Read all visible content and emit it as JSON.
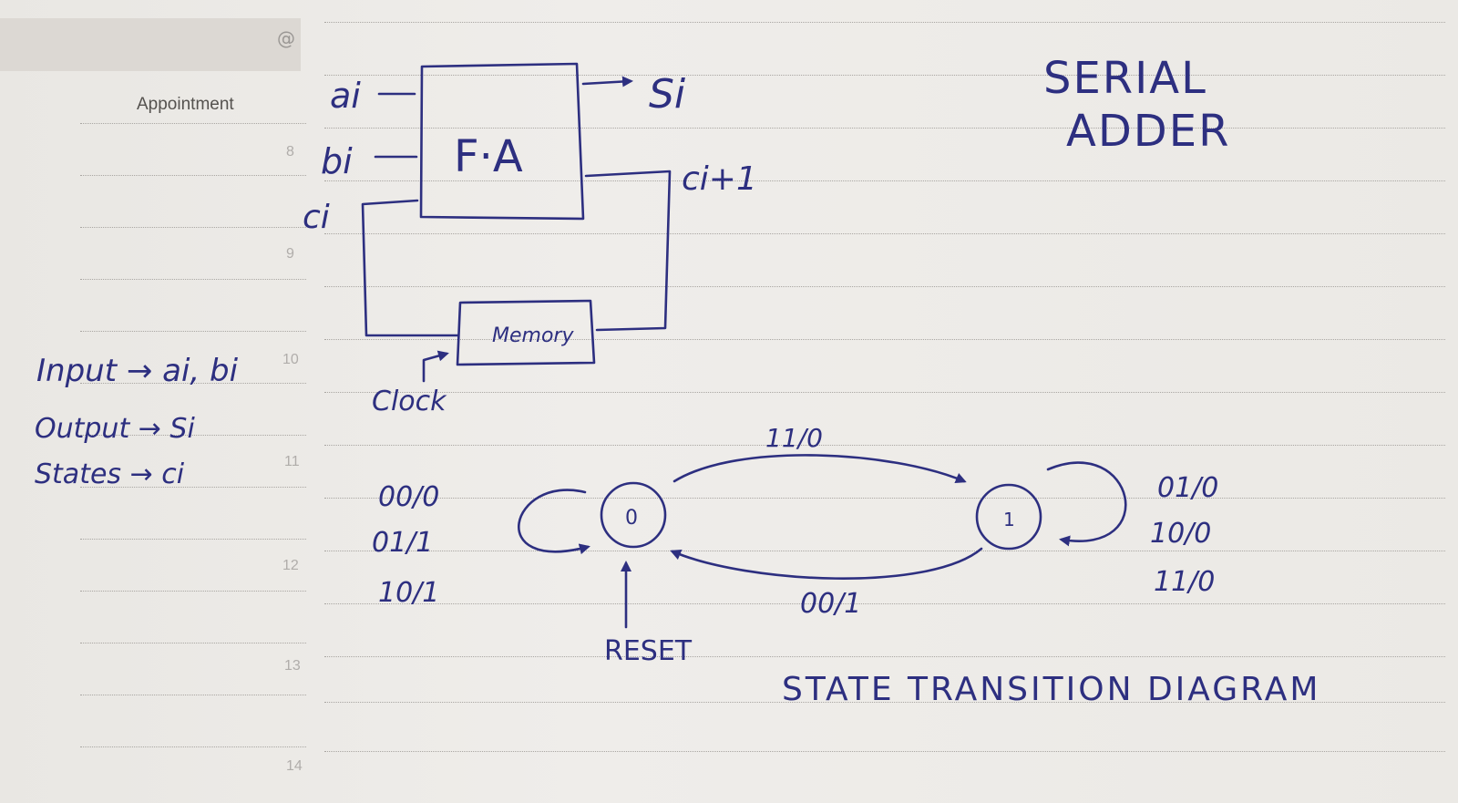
{
  "planner": {
    "at_icon": "@",
    "appointment_label": "Appointment",
    "hours": [
      "8",
      "9",
      "10",
      "11",
      "12",
      "13",
      "14"
    ]
  },
  "ink_color": "#2d2f80",
  "title": {
    "line1": "SERIAL",
    "line2": "ADDER"
  },
  "block_diagram": {
    "input_a": "ai",
    "input_b": "bi",
    "carry_in": "ci",
    "adder_label": "F·A",
    "sum_out": "Si",
    "carry_out": "ci+1",
    "memory_label": "Memory",
    "clock_label": "Clock"
  },
  "notes": {
    "input": "Input → ai, bi",
    "output": "Output → Si",
    "states": "States → ci"
  },
  "state_diagram": {
    "states": [
      "0",
      "1"
    ],
    "reset_label": "RESET",
    "transition_0_to_1": "11/0",
    "transition_1_to_0": "00/1",
    "self_loop_0": [
      "00/0",
      "01/1",
      "10/1"
    ],
    "self_loop_1": [
      "01/0",
      "10/0",
      "11/0"
    ],
    "caption": "STATE TRANSITION DIAGRAM"
  }
}
